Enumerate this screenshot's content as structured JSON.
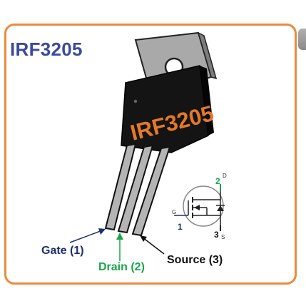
{
  "title": "IRF3205",
  "package_marking": "IRF3205",
  "pins": {
    "gate": "Gate (1)",
    "drain": "Drain (2)",
    "source": "Source (3)"
  },
  "symbol": {
    "drain_number": "2",
    "drain_letter": "D",
    "gate_letter": "G",
    "gate_number": "1",
    "source_number": "3",
    "source_letter": "S"
  },
  "colors": {
    "border": "#ed8a3b",
    "title": "#3b4a9c",
    "gate": "#1f2f6e",
    "drain": "#1aa64a",
    "source": "#111111",
    "marking": "#e5782a"
  }
}
